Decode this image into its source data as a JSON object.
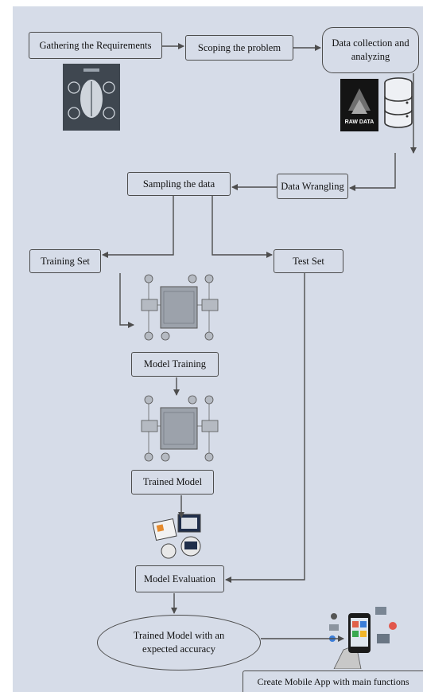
{
  "diagram": {
    "nodes": {
      "gathering": "Gathering the Requirements",
      "scoping": "Scoping the problem",
      "collection": "Data collection and analyzing",
      "wrangling": "Data Wrangling",
      "sampling": "Sampling the data",
      "training_set": "Training Set",
      "test_set": "Test Set",
      "model_training": "Model Training",
      "trained_model": "Trained Model",
      "model_evaluation": "Model Evaluation",
      "trained_accuracy": "Trained Model with an expected accuracy",
      "mobile_app": "Create Mobile App with main functions"
    },
    "images": {
      "raw_data_label": "RAW DATA"
    },
    "colors": {
      "background": "#d6dce8",
      "line": "#4d4d4d",
      "border": "#4d4d4d"
    }
  }
}
